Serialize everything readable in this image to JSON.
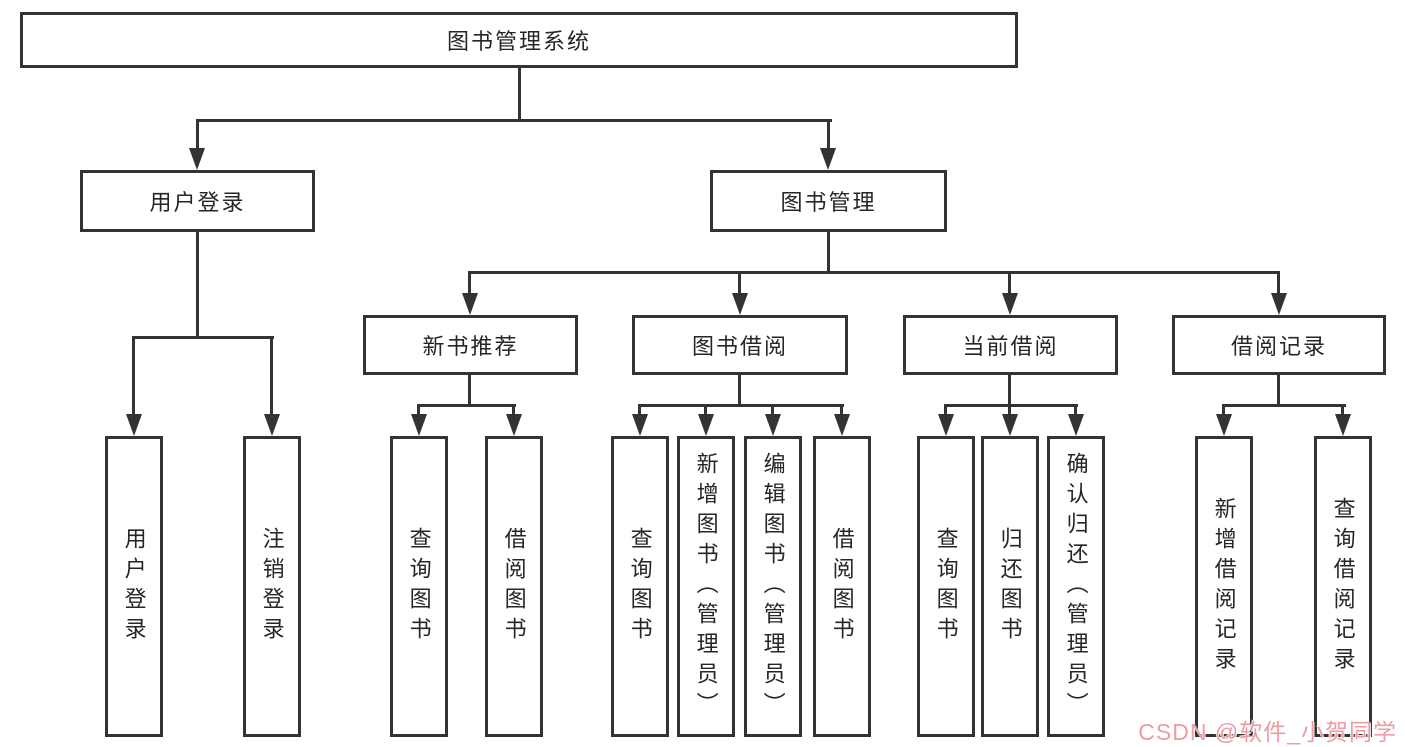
{
  "diagram": {
    "title": "图书管理系统",
    "watermark": "CSDN @软件_小贺同学",
    "colors": {
      "line": "#333333",
      "text": "#262626",
      "background": "#ffffff",
      "watermark": "#ef9ba1"
    },
    "tree": {
      "label": "图书管理系统",
      "children": [
        {
          "label": "用户登录",
          "children": [
            {
              "label": "用户登录"
            },
            {
              "label": "注销登录"
            }
          ]
        },
        {
          "label": "图书管理",
          "children": [
            {
              "label": "新书推荐",
              "children": [
                {
                  "label": "查询图书"
                },
                {
                  "label": "借阅图书"
                }
              ]
            },
            {
              "label": "图书借阅",
              "children": [
                {
                  "label": "查询图书"
                },
                {
                  "label": "新增图书（管理员）"
                },
                {
                  "label": "编辑图书（管理员）"
                },
                {
                  "label": "借阅图书"
                }
              ]
            },
            {
              "label": "当前借阅",
              "children": [
                {
                  "label": "查询图书"
                },
                {
                  "label": "归还图书"
                },
                {
                  "label": "确认归还（管理员）"
                }
              ]
            },
            {
              "label": "借阅记录",
              "children": [
                {
                  "label": "新增借阅记录"
                },
                {
                  "label": "查询借阅记录"
                }
              ]
            }
          ]
        }
      ]
    }
  }
}
